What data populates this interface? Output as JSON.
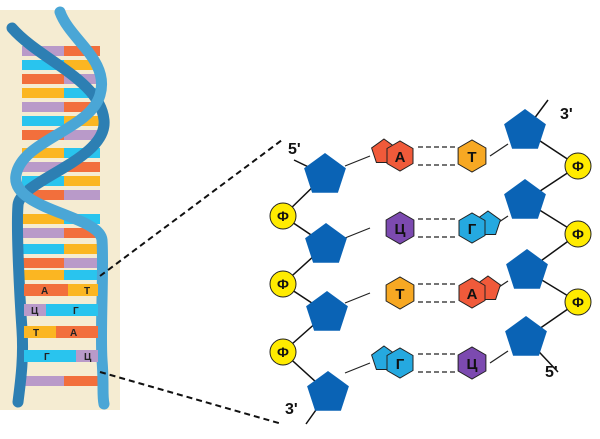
{
  "helix": {
    "background": "#f5ecd2",
    "strand_color": "#4aa6d6",
    "strand_dark": "#2d7fb3",
    "rung_colors": [
      "#b99ac9",
      "#29c4ee",
      "#f26f3c",
      "#fbb622"
    ],
    "labeled_pairs": [
      {
        "left": "А",
        "right": "Т"
      },
      {
        "left": "Ц",
        "right": "Г"
      },
      {
        "left": "Т",
        "right": "А"
      },
      {
        "left": "Г",
        "right": "Ц"
      }
    ]
  },
  "strands": {
    "left_top_label": "5'",
    "left_bottom_label": "3'",
    "right_top_label": "3'",
    "right_bottom_label": "5'",
    "phosphate_label": "Ф",
    "sugar_color": "#0a63b5",
    "phosphate_color": "#ffeb00"
  },
  "pairs": [
    {
      "left": "А",
      "right": "Т",
      "left_color": "#f05a3a",
      "right_color": "#f7a823",
      "left_shape": "purine",
      "right_shape": "pyrimidine"
    },
    {
      "left": "Ц",
      "right": "Г",
      "left_color": "#7c4ab0",
      "right_color": "#25a9e0",
      "left_shape": "pyrimidine",
      "right_shape": "purine"
    },
    {
      "left": "Т",
      "right": "А",
      "left_color": "#f7a823",
      "right_color": "#f05a3a",
      "left_shape": "pyrimidine",
      "right_shape": "purine"
    },
    {
      "left": "Г",
      "right": "Ц",
      "left_color": "#25a9e0",
      "right_color": "#7c4ab0",
      "left_shape": "purine",
      "right_shape": "pyrimidine"
    }
  ]
}
